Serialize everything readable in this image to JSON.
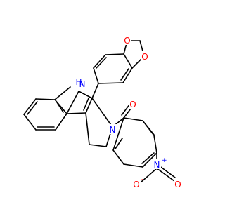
{
  "molecule": {
    "atom_labels": {
      "nh_n": "N",
      "nh_h": "H",
      "amide_n": "N",
      "carbonyl_o": "O",
      "dioxole_o_top": "O",
      "dioxole_o_right": "O",
      "nitro_n": "N",
      "nitro_plus": "+",
      "nitro_o_single": "O",
      "nitro_minus": "-",
      "nitro_o_double": "O"
    },
    "colors": {
      "bond": "#000000",
      "carbon": "#000000",
      "nitrogen": "#0000ff",
      "oxygen": "#ff0000"
    }
  }
}
